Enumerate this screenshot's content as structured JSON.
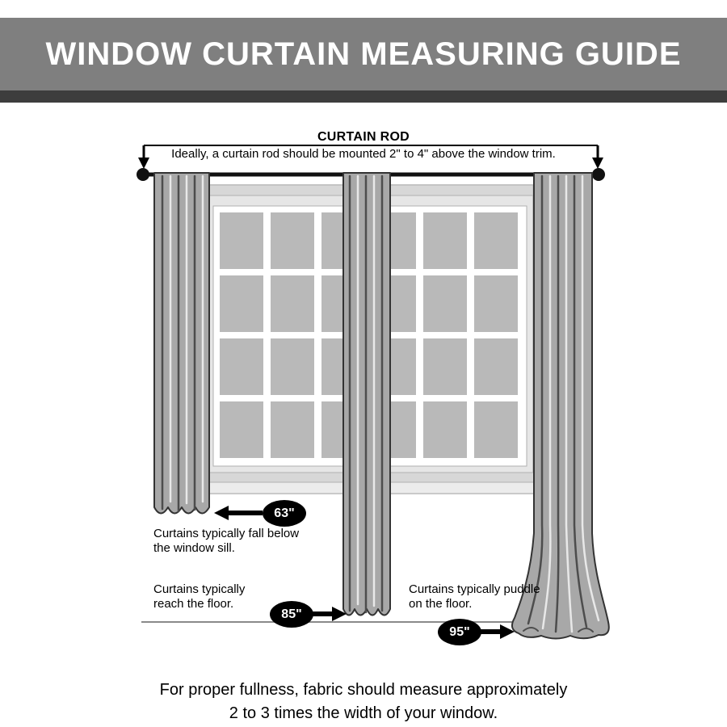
{
  "header": {
    "title": "WINDOW CURTAIN MEASURING GUIDE"
  },
  "rod": {
    "label": "CURTAIN ROD",
    "note": "Ideally, a curtain rod should be mounted 2\" to 4\" above the window trim."
  },
  "measurements": [
    {
      "length": "63\"",
      "description": "Curtains typically fall below the window sill."
    },
    {
      "length": "85\"",
      "description": "Curtains typically reach the floor."
    },
    {
      "length": "95\"",
      "description": "Curtains typically puddle on the floor."
    }
  ],
  "footer": {
    "line1": "For proper fullness, fabric should measure approximately",
    "line2": "2 to 3 times the width of your window."
  },
  "colors": {
    "header_bg": "#7f7f7f",
    "header_stripe": "#3d3d3d",
    "curtain_fill": "#a8a8a8",
    "window_trim": "#e6e6e6",
    "pane_fill": "#b9b9b9",
    "badge_bg": "#000000",
    "badge_text": "#ffffff"
  }
}
